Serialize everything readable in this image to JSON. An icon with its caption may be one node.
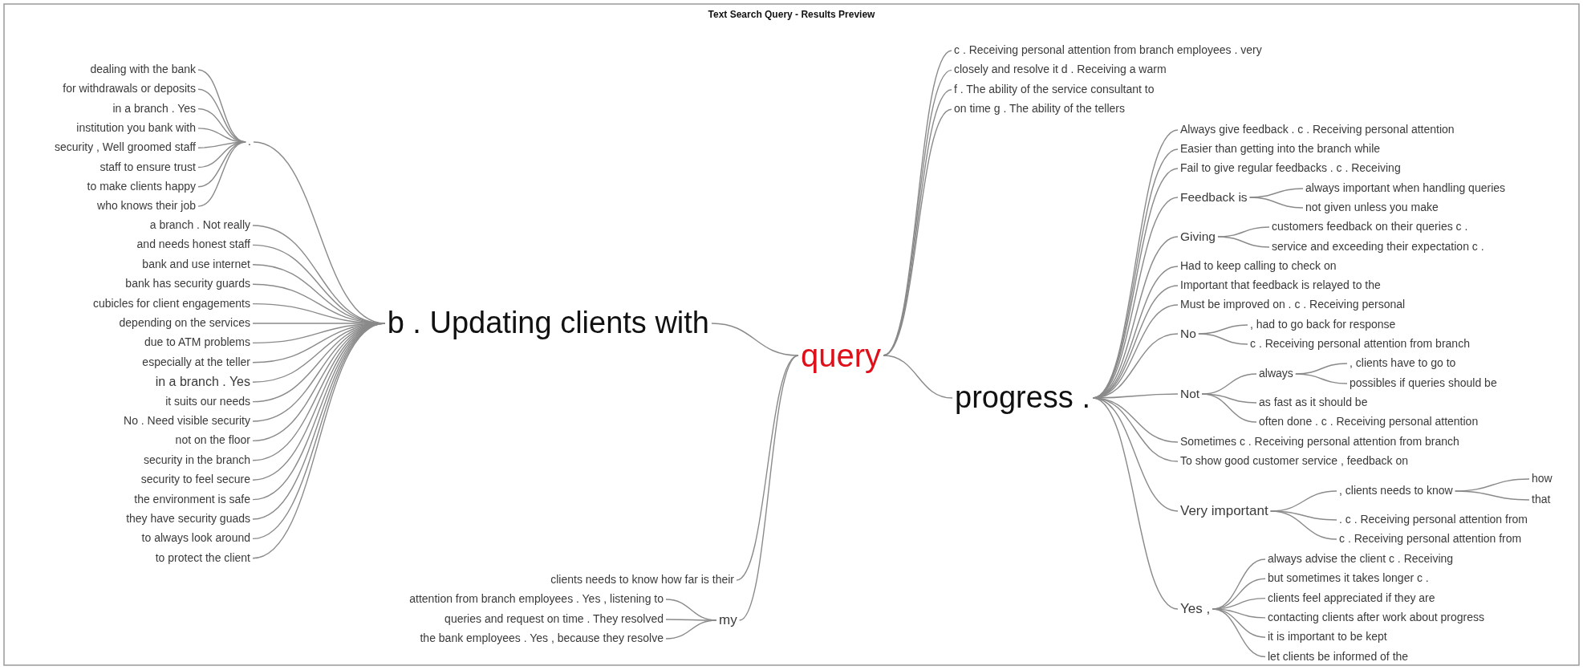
{
  "diagram": {
    "title": "Text Search Query - Results Preview",
    "nodes": [
      {
        "text": [
          "query"
        ]
      },
      {
        "text": [
          "b . Updating clients with"
        ]
      },
      {
        "text": [
          "."
        ]
      },
      {
        "text": [
          "dealing with the bank"
        ]
      },
      {
        "text": [
          "for withdrawals or deposits"
        ]
      },
      {
        "text": [
          "in a branch . Yes"
        ]
      },
      {
        "text": [
          "institution you bank with"
        ]
      },
      {
        "text": [
          "security , Well groomed staff"
        ]
      },
      {
        "text": [
          "staff to ensure trust"
        ]
      },
      {
        "text": [
          "to make clients happy"
        ]
      },
      {
        "text": [
          "who knows their job"
        ]
      },
      {
        "text": [
          "a branch . Not really"
        ]
      },
      {
        "text": [
          "and needs honest staff"
        ]
      },
      {
        "text": [
          "bank and use internet"
        ]
      },
      {
        "text": [
          "bank has security guards"
        ]
      },
      {
        "text": [
          "cubicles for client engagements"
        ]
      },
      {
        "text": [
          "depending on the services"
        ]
      },
      {
        "text": [
          "due to ATM problems"
        ]
      },
      {
        "text": [
          "especially at the teller"
        ]
      },
      {
        "text": [
          "in a branch . Yes"
        ]
      },
      {
        "text": [
          "it suits our needs"
        ]
      },
      {
        "text": [
          "No . Need visible security"
        ]
      },
      {
        "text": [
          "not on the floor"
        ]
      },
      {
        "text": [
          "security in the branch"
        ]
      },
      {
        "text": [
          "security to feel secure"
        ]
      },
      {
        "text": [
          "the environment is safe"
        ]
      },
      {
        "text": [
          "they have security guads"
        ]
      },
      {
        "text": [
          "to always look around"
        ]
      },
      {
        "text": [
          "to protect the client"
        ]
      },
      {
        "text": [
          "clients needs to know how far is their"
        ]
      },
      {
        "text": [
          "my"
        ]
      },
      {
        "text": [
          "attention from branch employees . Yes , listening to"
        ]
      },
      {
        "text": [
          "queries and request on time . They resolved"
        ]
      },
      {
        "text": [
          "the bank employees . Yes , because they resolve"
        ]
      },
      {
        "text": [
          "c . Receiving personal attention from branch employees . very"
        ]
      },
      {
        "text": [
          "closely and resolve it d . Receiving a warm"
        ]
      },
      {
        "text": [
          "f . The ability of the service consultant to"
        ]
      },
      {
        "text": [
          "on time g . The ability of the tellers"
        ]
      },
      {
        "text": [
          "progress ."
        ]
      },
      {
        "text": [
          "Always give feedback . c . Receiving personal attention"
        ]
      },
      {
        "text": [
          "Easier than getting into the branch while"
        ]
      },
      {
        "text": [
          "Fail to give regular feedbacks . c . Receiving"
        ]
      },
      {
        "text": [
          "Feedback is"
        ]
      },
      {
        "text": [
          "always important when handling queries"
        ]
      },
      {
        "text": [
          "not given unless you make"
        ]
      },
      {
        "text": [
          "Giving"
        ]
      },
      {
        "text": [
          "customers feedback on their queries c ."
        ]
      },
      {
        "text": [
          "service and exceeding their expectation c ."
        ]
      },
      {
        "text": [
          "Had to keep calling to check on"
        ]
      },
      {
        "text": [
          "Important that feedback is relayed to the"
        ]
      },
      {
        "text": [
          "Must be improved on . c . Receiving personal"
        ]
      },
      {
        "text": [
          "No"
        ]
      },
      {
        "text": [
          ", had to go back for response"
        ]
      },
      {
        "text": [
          "c . Receiving personal attention from branch"
        ]
      },
      {
        "text": [
          "Not"
        ]
      },
      {
        "text": [
          "always"
        ]
      },
      {
        "text": [
          ", clients have to go to"
        ]
      },
      {
        "text": [
          "possibles if queries should be"
        ]
      },
      {
        "text": [
          "as fast as it should be"
        ]
      },
      {
        "text": [
          "often done . c . Receiving personal attention"
        ]
      },
      {
        "text": [
          "Sometimes c . Receiving personal attention from branch"
        ]
      },
      {
        "text": [
          "To show good customer service , feedback on"
        ]
      },
      {
        "text": [
          "Very important"
        ]
      },
      {
        "text": [
          ", clients needs to know"
        ]
      },
      {
        "text": [
          "how"
        ]
      },
      {
        "text": [
          "that"
        ]
      },
      {
        "text": [
          ". c . Receiving personal attention from"
        ]
      },
      {
        "text": [
          "c . Receiving personal attention from"
        ]
      },
      {
        "text": [
          "Yes ,"
        ]
      },
      {
        "text": [
          "always advise the client c . Receiving"
        ]
      },
      {
        "text": [
          "but sometimes it takes longer c ."
        ]
      },
      {
        "text": [
          "clients feel appreciated if they are"
        ]
      },
      {
        "text": [
          "contacting clients after work about progress"
        ]
      },
      {
        "text": [
          "it is important to be kept"
        ]
      },
      {
        "text": [
          "let clients be informed of the"
        ]
      }
    ],
    "edges": [
      {
        "from": 0,
        "to": 1,
        "arrow": "none"
      },
      {
        "from": 1,
        "to": 2,
        "arrow": "none"
      },
      {
        "from": 2,
        "to": 3,
        "arrow": "none"
      },
      {
        "from": 2,
        "to": 4,
        "arrow": "none"
      },
      {
        "from": 2,
        "to": 5,
        "arrow": "none"
      },
      {
        "from": 2,
        "to": 6,
        "arrow": "none"
      },
      {
        "from": 2,
        "to": 7,
        "arrow": "none"
      },
      {
        "from": 2,
        "to": 8,
        "arrow": "none"
      },
      {
        "from": 2,
        "to": 9,
        "arrow": "none"
      },
      {
        "from": 2,
        "to": 10,
        "arrow": "none"
      },
      {
        "from": 1,
        "to": 11,
        "arrow": "none"
      },
      {
        "from": 1,
        "to": 12,
        "arrow": "none"
      },
      {
        "from": 1,
        "to": 13,
        "arrow": "none"
      },
      {
        "from": 1,
        "to": 14,
        "arrow": "none"
      },
      {
        "from": 1,
        "to": 15,
        "arrow": "none"
      },
      {
        "from": 1,
        "to": 16,
        "arrow": "none"
      },
      {
        "from": 1,
        "to": 17,
        "arrow": "none"
      },
      {
        "from": 1,
        "to": 18,
        "arrow": "none"
      },
      {
        "from": 1,
        "to": 19,
        "arrow": "none"
      },
      {
        "from": 1,
        "to": 20,
        "arrow": "none"
      },
      {
        "from": 1,
        "to": 21,
        "arrow": "none"
      },
      {
        "from": 1,
        "to": 22,
        "arrow": "none"
      },
      {
        "from": 1,
        "to": 23,
        "arrow": "none"
      },
      {
        "from": 1,
        "to": 24,
        "arrow": "none"
      },
      {
        "from": 1,
        "to": 25,
        "arrow": "none"
      },
      {
        "from": 1,
        "to": 26,
        "arrow": "none"
      },
      {
        "from": 1,
        "to": 27,
        "arrow": "none"
      },
      {
        "from": 1,
        "to": 28,
        "arrow": "none"
      },
      {
        "from": 0,
        "to": 29,
        "arrow": "none"
      },
      {
        "from": 0,
        "to": 30,
        "arrow": "none"
      },
      {
        "from": 30,
        "to": 31,
        "arrow": "none"
      },
      {
        "from": 30,
        "to": 32,
        "arrow": "none"
      },
      {
        "from": 30,
        "to": 33,
        "arrow": "none"
      },
      {
        "from": 0,
        "to": 34,
        "arrow": "none"
      },
      {
        "from": 0,
        "to": 35,
        "arrow": "none"
      },
      {
        "from": 0,
        "to": 36,
        "arrow": "none"
      },
      {
        "from": 0,
        "to": 37,
        "arrow": "none"
      },
      {
        "from": 0,
        "to": 38,
        "arrow": "none"
      },
      {
        "from": 38,
        "to": 39,
        "arrow": "none"
      },
      {
        "from": 38,
        "to": 40,
        "arrow": "none"
      },
      {
        "from": 38,
        "to": 41,
        "arrow": "none"
      },
      {
        "from": 38,
        "to": 42,
        "arrow": "none"
      },
      {
        "from": 42,
        "to": 43,
        "arrow": "none"
      },
      {
        "from": 42,
        "to": 44,
        "arrow": "none"
      },
      {
        "from": 38,
        "to": 45,
        "arrow": "none"
      },
      {
        "from": 45,
        "to": 46,
        "arrow": "none"
      },
      {
        "from": 45,
        "to": 47,
        "arrow": "none"
      },
      {
        "from": 38,
        "to": 48,
        "arrow": "none"
      },
      {
        "from": 38,
        "to": 49,
        "arrow": "none"
      },
      {
        "from": 38,
        "to": 50,
        "arrow": "none"
      },
      {
        "from": 38,
        "to": 51,
        "arrow": "none"
      },
      {
        "from": 51,
        "to": 52,
        "arrow": "none"
      },
      {
        "from": 51,
        "to": 53,
        "arrow": "none"
      },
      {
        "from": 38,
        "to": 54,
        "arrow": "none"
      },
      {
        "from": 54,
        "to": 55,
        "arrow": "none"
      },
      {
        "from": 55,
        "to": 56,
        "arrow": "none"
      },
      {
        "from": 55,
        "to": 57,
        "arrow": "none"
      },
      {
        "from": 54,
        "to": 58,
        "arrow": "none"
      },
      {
        "from": 54,
        "to": 59,
        "arrow": "none"
      },
      {
        "from": 38,
        "to": 60,
        "arrow": "none"
      },
      {
        "from": 38,
        "to": 61,
        "arrow": "none"
      },
      {
        "from": 38,
        "to": 62,
        "arrow": "none"
      },
      {
        "from": 62,
        "to": 63,
        "arrow": "none"
      },
      {
        "from": 63,
        "to": 64,
        "arrow": "none"
      },
      {
        "from": 63,
        "to": 65,
        "arrow": "none"
      },
      {
        "from": 62,
        "to": 66,
        "arrow": "none"
      },
      {
        "from": 62,
        "to": 67,
        "arrow": "none"
      },
      {
        "from": 38,
        "to": 68,
        "arrow": "none"
      },
      {
        "from": 68,
        "to": 69,
        "arrow": "none"
      },
      {
        "from": 68,
        "to": 70,
        "arrow": "none"
      },
      {
        "from": 68,
        "to": 71,
        "arrow": "none"
      },
      {
        "from": 68,
        "to": 72,
        "arrow": "none"
      },
      {
        "from": 68,
        "to": 73,
        "arrow": "none"
      },
      {
        "from": 68,
        "to": 74,
        "arrow": "none"
      }
    ]
  }
}
